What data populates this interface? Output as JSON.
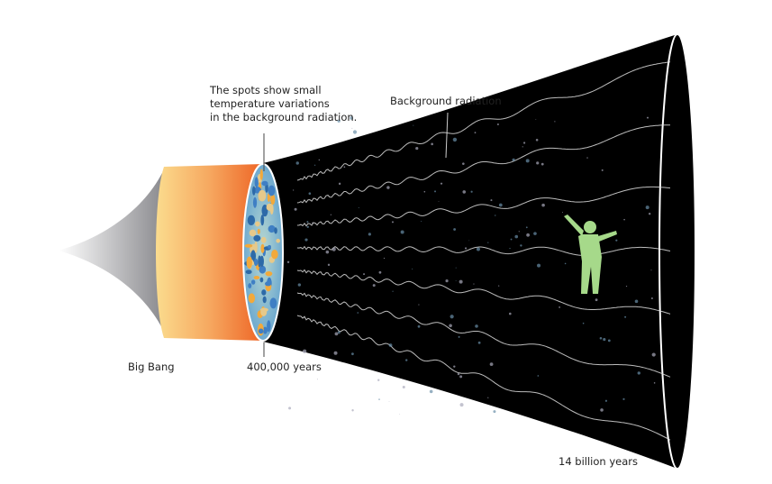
{
  "labels": {
    "spots_line1": "The spots show small",
    "spots_line2": "temperature variations",
    "spots_line3": "in the background radiation.",
    "background_radiation": "Background radiation",
    "big_bang": "Big Bang",
    "years_400k": "400,000 years",
    "years_14b": "14 billion years"
  },
  "colors": {
    "cone": "#9a9a9e",
    "cylinder_start": "#fbd98a",
    "cylinder_end": "#ef6a2a",
    "universe": "#000000",
    "person": "#a6d98a"
  }
}
